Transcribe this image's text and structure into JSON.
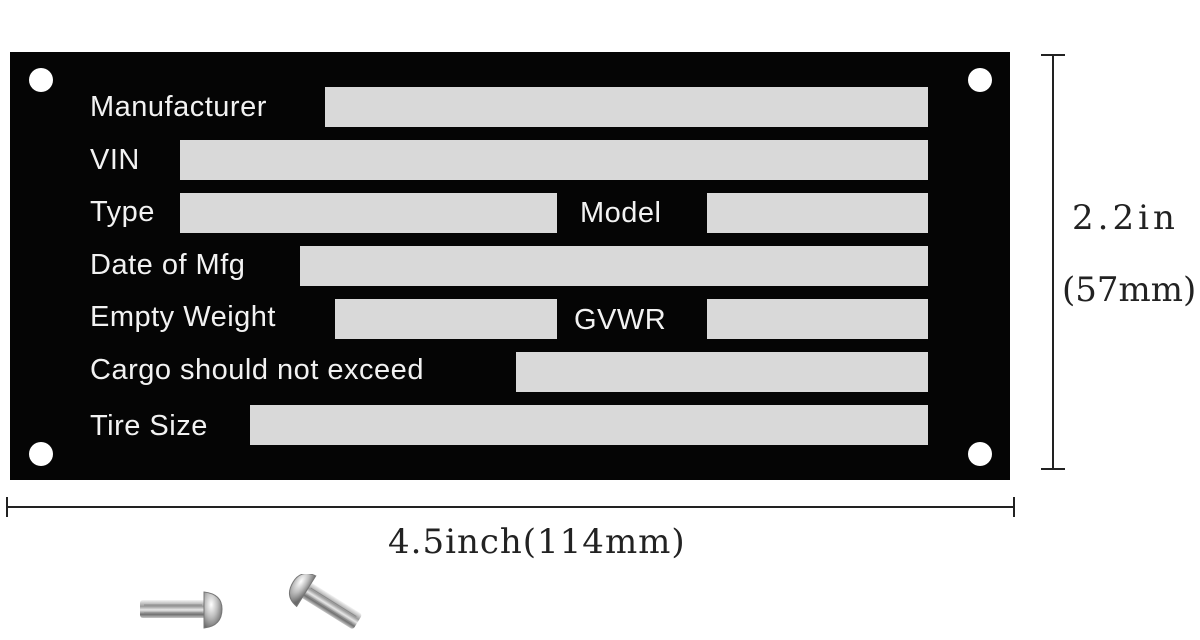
{
  "plate": {
    "rows": [
      {
        "label": "Manufacturer"
      },
      {
        "label": "VIN"
      },
      {
        "label": "Type",
        "label2": "Model"
      },
      {
        "label": "Date of Mfg"
      },
      {
        "label": "Empty Weight",
        "label2": "GVWR"
      },
      {
        "label": "Cargo should not exceed"
      },
      {
        "label": "Tire Size"
      }
    ],
    "plate_color": "#050505",
    "field_color": "#d9d9d9",
    "text_color": "#f2f2f2"
  },
  "dimensions": {
    "height_in": "2.2in",
    "height_mm": "(57mm)",
    "width": "4.5inch(114mm)"
  },
  "accessories": {
    "rivets": [
      "rivet-icon",
      "rivet-icon"
    ]
  }
}
